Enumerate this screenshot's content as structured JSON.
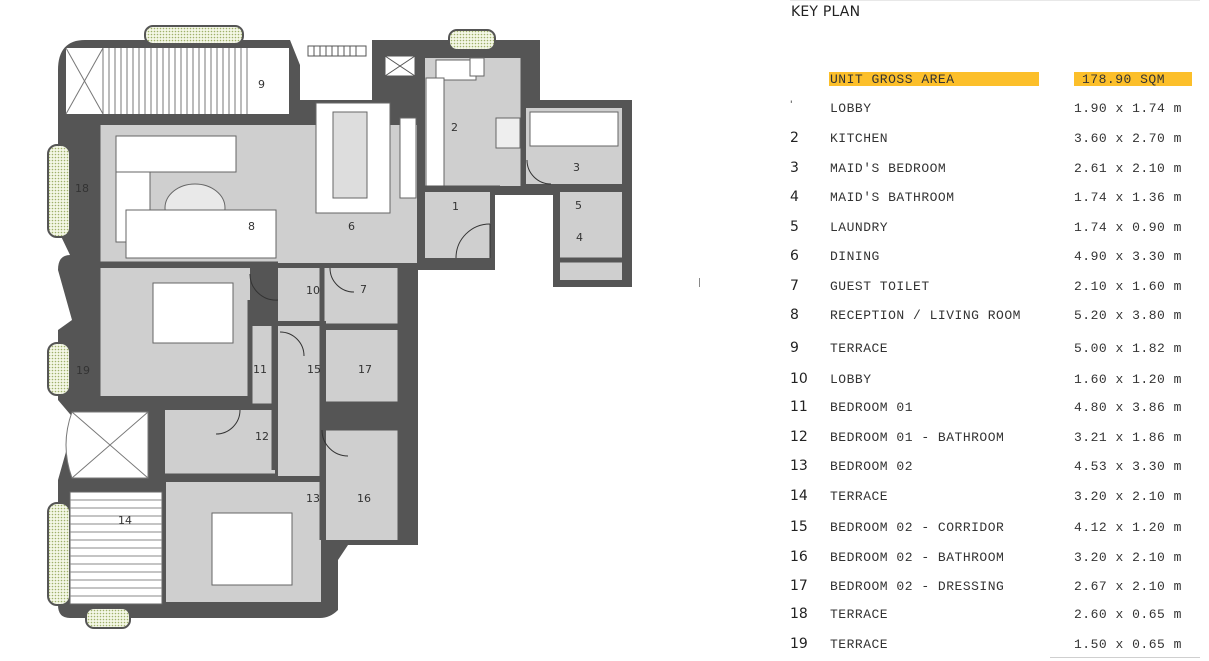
{
  "heading": "KEY PLAN",
  "gross_area": {
    "label": "UNIT GROSS AREA",
    "value": "178.90 SQM"
  },
  "rooms": [
    {
      "num": "'",
      "name": "LOBBY",
      "dim": "1.90 x 1.74 m"
    },
    {
      "num": "2",
      "name": "KITCHEN",
      "dim": "3.60 x 2.70 m"
    },
    {
      "num": "3",
      "name": "MAID'S BEDROOM",
      "dim": "2.61 x 2.10 m"
    },
    {
      "num": "4",
      "name": "MAID'S BATHROOM",
      "dim": "1.74 x 1.36 m"
    },
    {
      "num": "5",
      "name": "LAUNDRY",
      "dim": "1.74 x 0.90 m"
    },
    {
      "num": "6",
      "name": "DINING",
      "dim": "4.90 x 3.30 m"
    },
    {
      "num": "7",
      "name": "GUEST TOILET",
      "dim": "2.10 x 1.60 m"
    },
    {
      "num": "8",
      "name": "RECEPTION / LIVING ROOM",
      "dim": "5.20 x 3.80 m"
    },
    {
      "num": "9",
      "name": "TERRACE",
      "dim": "5.00 x 1.82 m"
    },
    {
      "num": "10",
      "name": "LOBBY",
      "dim": "1.60 x 1.20 m"
    },
    {
      "num": "11",
      "name": "BEDROOM 01",
      "dim": "4.80 x 3.86 m"
    },
    {
      "num": "12",
      "name": "BEDROOM 01 - BATHROOM",
      "dim": "3.21 x 1.86 m"
    },
    {
      "num": "13",
      "name": "BEDROOM 02",
      "dim": "4.53 x 3.30 m"
    },
    {
      "num": "14",
      "name": "TERRACE",
      "dim": "3.20 x 2.10 m"
    },
    {
      "num": "15",
      "name": "BEDROOM 02 - CORRIDOR",
      "dim": "4.12 x 1.20 m"
    },
    {
      "num": "16",
      "name": "BEDROOM 02 - BATHROOM",
      "dim": "3.20 x 2.10 m"
    },
    {
      "num": "17",
      "name": "BEDROOM 02 - DRESSING",
      "dim": "2.67 x 2.10 m"
    },
    {
      "num": "18",
      "name": "TERRACE",
      "dim": "2.60 x 0.65 m"
    },
    {
      "num": "19",
      "name": "TERRACE",
      "dim": "1.50 x 0.65 m"
    }
  ],
  "plan_labels": [
    "1",
    "2",
    "3",
    "4",
    "5",
    "6",
    "7",
    "8",
    "9",
    "10",
    "11",
    "12",
    "13",
    "14",
    "15",
    "16",
    "17",
    "18",
    "19"
  ],
  "colors": {
    "wall": "#505050",
    "room_fill": "#cfcfcf",
    "highlight": "#fcbf2a",
    "planter": "#d9e6b8"
  }
}
